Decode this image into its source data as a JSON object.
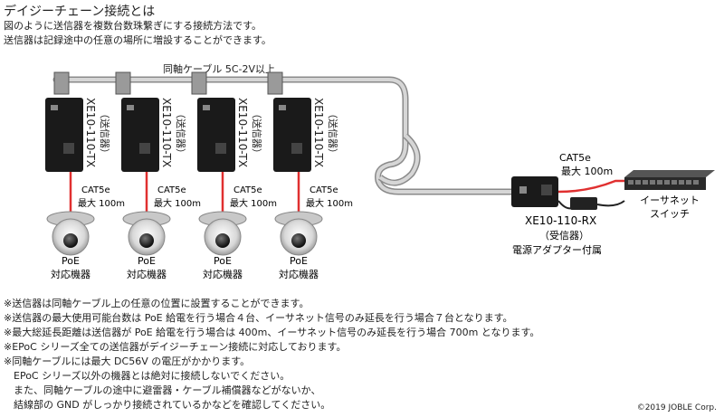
{
  "header": {
    "title": "デイジーチェーン接続とは",
    "intro": [
      "図のように送信器を複数台数珠繋ぎにする接続方法です。",
      "送信器は記録途中の任意の場所に増設することができます。"
    ]
  },
  "diagram": {
    "coax_label": "同軸ケーブル 5C-2V以上",
    "transmitters": [
      {
        "model": "XE10-110-TX",
        "role": "（送信器）",
        "cable": "CAT5e",
        "max": "最大 100m",
        "device_line1": "PoE",
        "device_line2": "対応機器"
      },
      {
        "model": "XE10-110-TX",
        "role": "（送信器）",
        "cable": "CAT5e",
        "max": "最大 100m",
        "device_line1": "PoE",
        "device_line2": "対応機器"
      },
      {
        "model": "XE10-110-TX",
        "role": "（送信器）",
        "cable": "CAT5e",
        "max": "最大 100m",
        "device_line1": "PoE",
        "device_line2": "対応機器"
      },
      {
        "model": "XE10-110-TX",
        "role": "（送信器）",
        "cable": "CAT5e",
        "max": "最大 100m",
        "device_line1": "PoE",
        "device_line2": "対応機器"
      }
    ],
    "receiver": {
      "model": "XE10-110-RX",
      "role": "（受信器）",
      "adapter": "電源アダプター付属",
      "cable": "CAT5e",
      "max": "最大 100m"
    },
    "switch": {
      "line1": "イーサネット",
      "line2": "スイッチ"
    },
    "colors": {
      "cat5e": "#e03030",
      "coax": "#b0b0b0",
      "device": "#1a1a1a",
      "switch": "#2a2a2a"
    }
  },
  "notes": [
    "※送信器は同軸ケーブル上の任意の位置に設置することができます。",
    "※送信器の最大使用可能台数は PoE 給電を行う場合４台、イーサネット信号のみ延長を行う場合７台となります。",
    "※最大総延長距離は送信器が PoE 給電を行う場合は 400m、イーサネット信号のみ延長を行う場合 700m となります。",
    "※EPoC シリーズ全ての送信器がデイジーチェーン接続に対応しております。",
    "※同軸ケーブルには最大 DC56V の電圧がかかります。",
    "　EPoC シリーズ以外の機器とは絶対に接続しないでください。",
    "　また、同軸ケーブルの途中に避雷器・ケーブル補償器などがないか、",
    "　結線部の GND がしっかり接続されているかなどを確認してください。"
  ],
  "copyright": "©2019 JOBLE Corp."
}
